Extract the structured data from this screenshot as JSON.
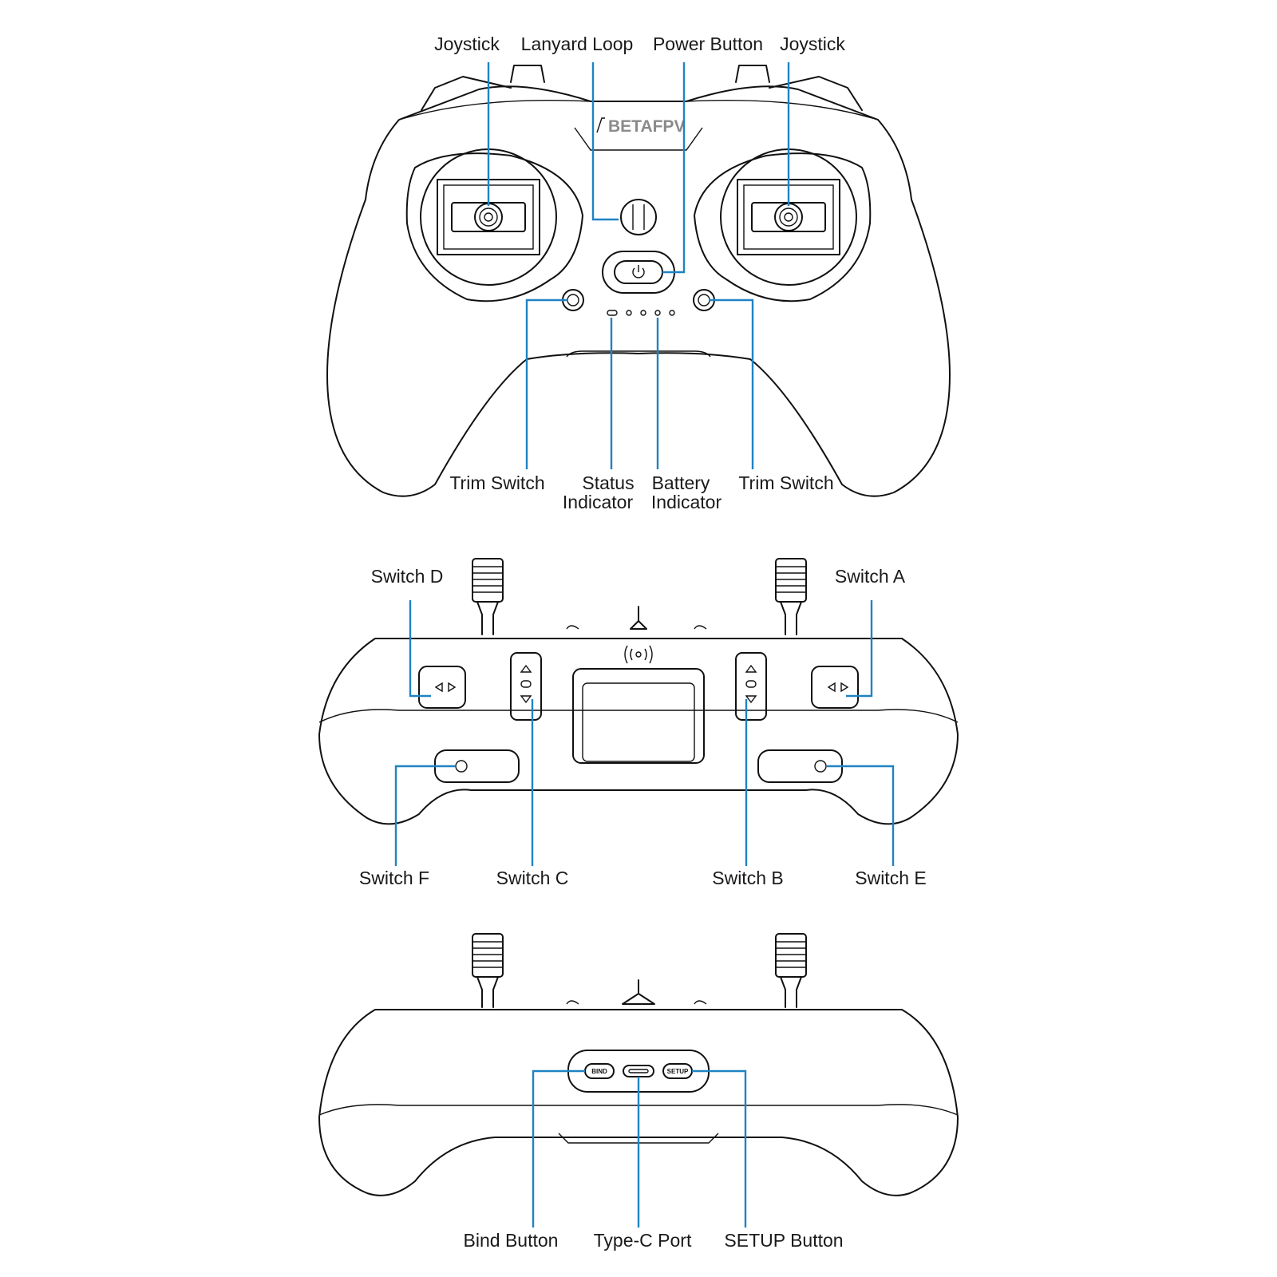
{
  "brand": "BETAFPV",
  "views": {
    "front": {
      "labels": {
        "joystick_left": "Joystick",
        "lanyard_loop": "Lanyard Loop",
        "power_button": "Power Button",
        "joystick_right": "Joystick",
        "trim_switch_left": "Trim Switch",
        "status_indicator_1": "Status",
        "status_indicator_2": "Indicator",
        "battery_indicator_1": "Battery",
        "battery_indicator_2": "Indicator",
        "trim_switch_right": "Trim Switch"
      }
    },
    "top": {
      "labels": {
        "switch_d": "Switch D",
        "switch_a": "Switch A",
        "switch_f": "Switch F",
        "switch_c": "Switch C",
        "switch_b": "Switch B",
        "switch_e": "Switch E"
      }
    },
    "bottom": {
      "labels": {
        "bind_button": "Bind Button",
        "type_c_port": "Type-C Port",
        "setup_button": "SETUP Button"
      },
      "button_text": {
        "bind": "BIND",
        "setup": "SETUP"
      }
    }
  },
  "colors": {
    "leader": "#1f83c3",
    "outline": "#111111",
    "brand_text": "#8a8a8a"
  }
}
